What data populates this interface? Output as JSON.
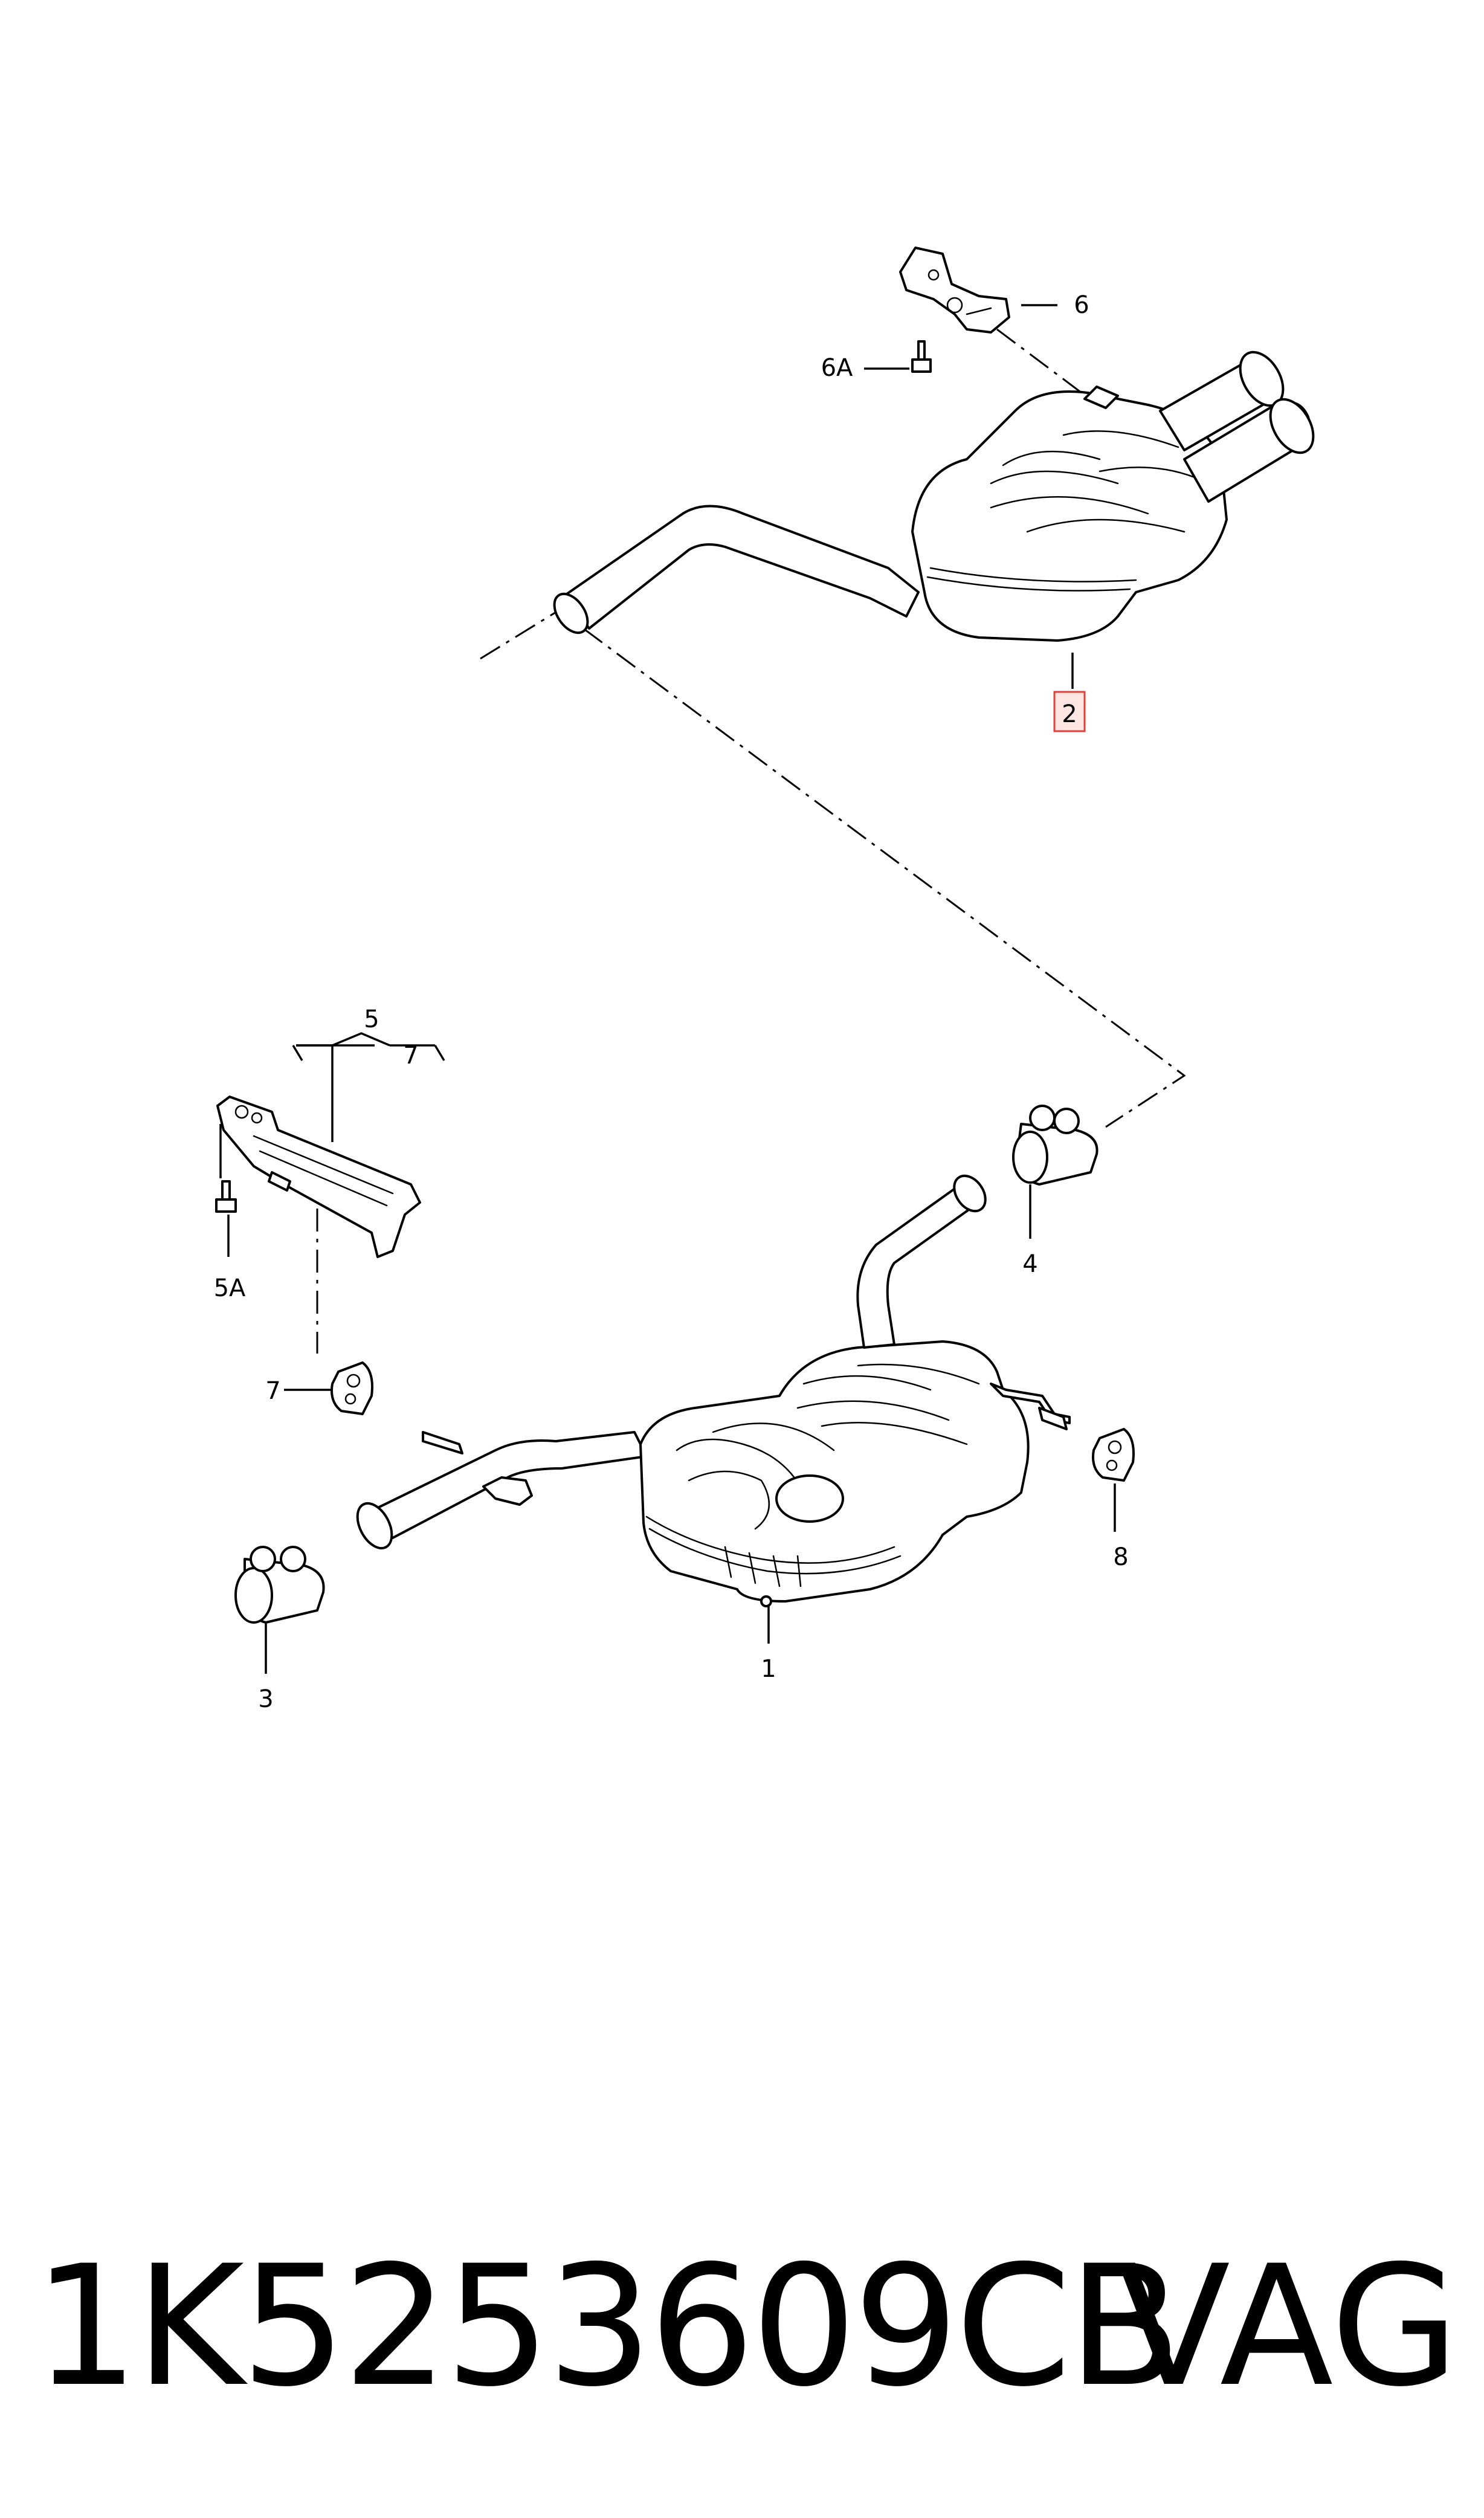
{
  "callouts": {
    "c1": "1",
    "c2": "2",
    "c3": "3",
    "c4": "4",
    "c5": "5",
    "c5a": "5A",
    "c6": "6",
    "c6a": "6A",
    "c7a": "7",
    "c7b": "7",
    "c8": "8"
  },
  "highlight_color": "#e0403a",
  "footer": {
    "part_number": "1K5253609CB",
    "brand": "VAG"
  }
}
